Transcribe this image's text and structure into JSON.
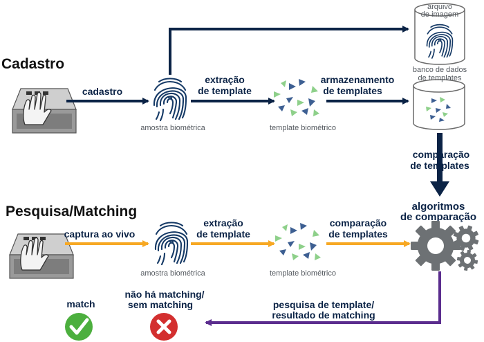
{
  "sections": {
    "enrollment": "Cadastro",
    "matching": "Pesquisa/Matching"
  },
  "enrollment": {
    "step_capture": "cadastro",
    "step_extract": [
      "extração",
      "de template"
    ],
    "step_store": [
      "armazenamento",
      "de templates"
    ],
    "step_compare": [
      "comparação",
      "de templates"
    ],
    "caption_sample": "amostra biométrica",
    "caption_template": "template biométrico"
  },
  "database": {
    "image_archive": [
      "arquivo",
      "de imagem"
    ],
    "template_db": [
      "banco de dados",
      "de templates"
    ]
  },
  "matching": {
    "step_capture": "captura ao vivo",
    "step_extract": [
      "extração",
      "de template"
    ],
    "step_compare": [
      "comparação",
      "de templates"
    ],
    "caption_sample": "amostra biométrica",
    "caption_template": "template biométrico",
    "algorithms": [
      "algoritmos",
      "de comparação"
    ],
    "result_label": [
      "pesquisa de template/",
      "resultado de matching"
    ]
  },
  "results": {
    "match": "match",
    "no_match": [
      "não há matching/",
      "sem matching"
    ]
  },
  "colors": {
    "navy": "#0b2346",
    "orange": "#f7a823",
    "purple": "#5b2d8e",
    "triangle_blue": "#3d5f92",
    "triangle_green": "#8ed08a",
    "match_green": "#4caf3e",
    "nomatch_red": "#d32f2f",
    "gear_gray": "#6d7174"
  },
  "icons": [
    "scanner-icon",
    "fingerprint-icon",
    "template-triangles-icon",
    "database-cylinder-icon",
    "gear-icon",
    "check-icon",
    "cross-icon"
  ]
}
